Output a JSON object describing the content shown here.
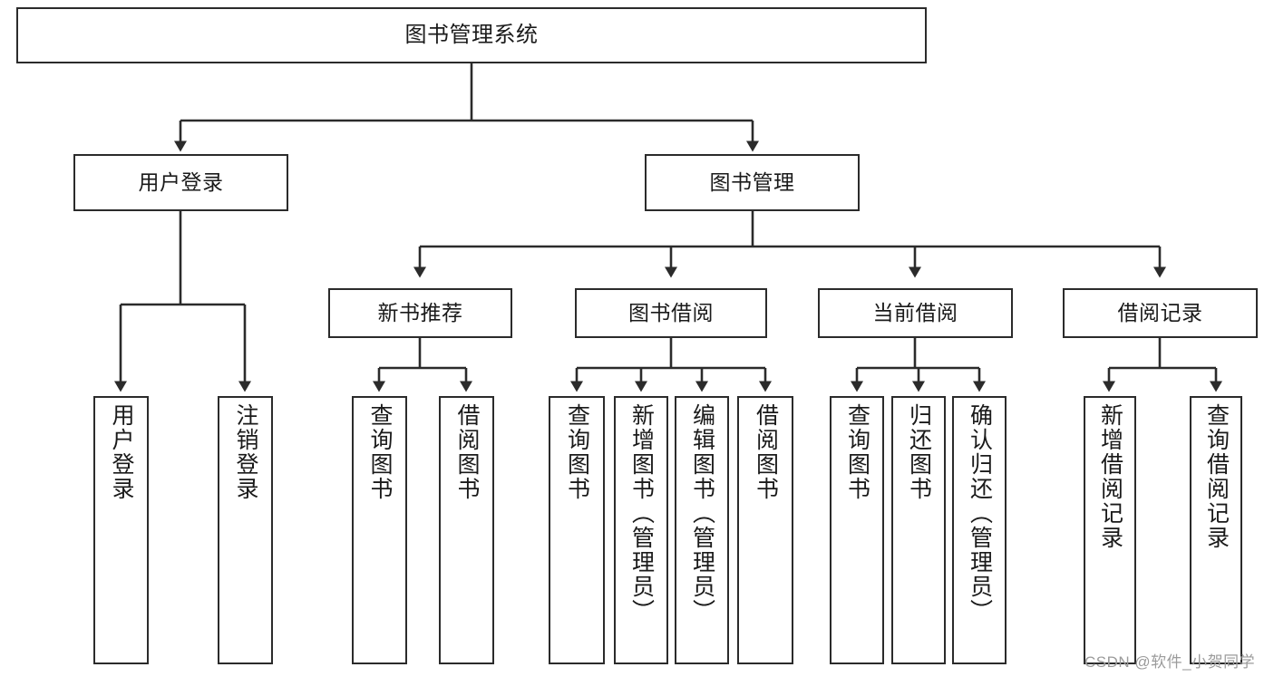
{
  "diagram": {
    "title": "图书管理系统",
    "root": {
      "label": "图书管理系统"
    },
    "level2": [
      {
        "label": "用户登录"
      },
      {
        "label": "图书管理"
      }
    ],
    "level3": [
      {
        "label": "新书推荐"
      },
      {
        "label": "图书借阅"
      },
      {
        "label": "当前借阅"
      },
      {
        "label": "借阅记录"
      }
    ],
    "leaves": {
      "user_login": [
        {
          "label": "用户登录"
        },
        {
          "label": "注销登录"
        }
      ],
      "new_book": [
        {
          "label": "查询图书"
        },
        {
          "label": "借阅图书"
        }
      ],
      "borrow_book": [
        {
          "label": "查询图书"
        },
        {
          "label": "新增图书（管理员）"
        },
        {
          "label": "编辑图书（管理员）"
        },
        {
          "label": "借阅图书"
        }
      ],
      "current_borrow": [
        {
          "label": "查询图书"
        },
        {
          "label": "归还图书"
        },
        {
          "label": "确认归还（管理员）"
        }
      ],
      "borrow_record": [
        {
          "label": "新增借阅记录"
        },
        {
          "label": "查询借阅记录"
        }
      ]
    }
  },
  "watermark": {
    "text": "CSDN @软件_小贺同学"
  },
  "colors": {
    "stroke": "#2b2b2b",
    "background": "#ffffff",
    "text": "#1a1a1a",
    "watermark": "#9b9b9b"
  }
}
